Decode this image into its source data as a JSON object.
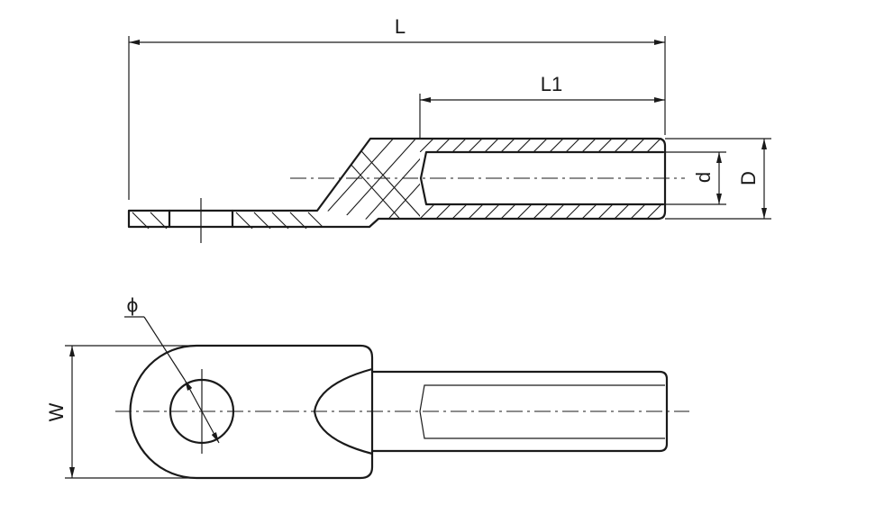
{
  "dimensions": {
    "overall_length": "L",
    "barrel_length": "L1",
    "inner_diameter": "d",
    "outer_diameter": "D",
    "palm_width": "W",
    "hole_diameter": "ϕ"
  },
  "colors": {
    "line": "#1a1a1a",
    "background": "#ffffff"
  }
}
